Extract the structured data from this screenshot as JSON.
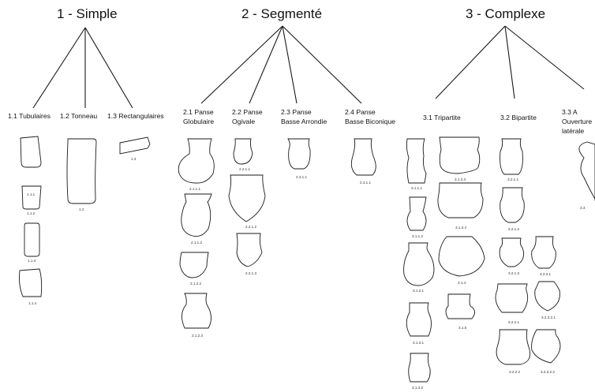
{
  "headers": [
    "1 - Simple",
    "2 - Segmenté",
    "3 - Complexe"
  ],
  "subtypes": [
    "1.1 Tubulaires",
    "1.2 Tonneau",
    "1.3 Rectangulaires",
    "2.1 Panse\nGlobulaire",
    "2.2 Panse\nOgivale",
    "2.3 Panse\nBasse Arrondie",
    "2.4 Panse\nBasse Biconique",
    "3.1 Tripartite",
    "3.2 Bipartite",
    "3.3 A\nOuverture\nlatérale"
  ],
  "captions": [
    "1.1.1",
    "1.1.2",
    "1.1.3",
    "1.1.4",
    "1.2",
    "1.3",
    "2.1.1.1",
    "2.1.1.2",
    "2.1.2.2",
    "2.1.2.3",
    "2.2.1.1",
    "2.2.1.2",
    "2.2.1.3",
    "2.3.1.1",
    "2.4.1.1",
    "3.1.1.1",
    "3.1.1.2",
    "3.1.2.1",
    "3.1.3.1",
    "3.1.3.2",
    "3.1.3.3",
    "3.1.3.4",
    "3.1.4",
    "3.1.5",
    "3.2.1.1",
    "3.2.1.2",
    "3.2.1.3",
    "3.2.2.1",
    "3.2.2.2",
    "3.2.3.1",
    "3.2.3.2.1",
    "3.2.3.2.2",
    "3.3"
  ]
}
